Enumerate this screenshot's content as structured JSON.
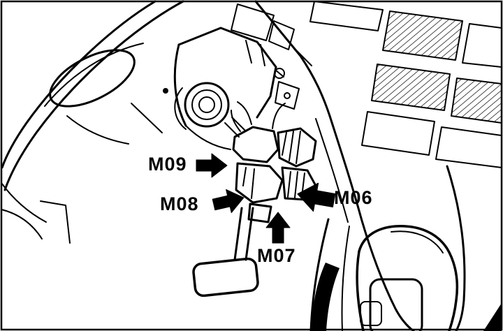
{
  "diagram": {
    "ink_color": "#000000",
    "paper_color": "#ffffff",
    "labels": [
      {
        "id": "m09",
        "text": "M09",
        "arrow_direction": "right"
      },
      {
        "id": "m08",
        "text": "M08",
        "arrow_direction": "right"
      },
      {
        "id": "m06",
        "text": "M06",
        "arrow_direction": "left"
      },
      {
        "id": "m07",
        "text": "M07",
        "arrow_direction": "up"
      }
    ]
  }
}
